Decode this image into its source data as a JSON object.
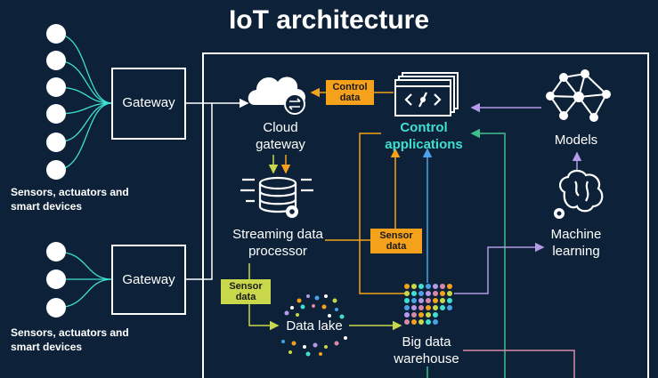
{
  "title": "IoT architecture",
  "colors": {
    "background": "#0d2238",
    "cyan": "#3fe0d0",
    "orange": "#f5a11c",
    "green": "#c8d84a",
    "blue": "#4aa3e8",
    "purple": "#b49ae8",
    "teal_green": "#3ec08a"
  },
  "devices_top": {
    "label": "Sensors, actuators and smart devices"
  },
  "devices_bottom": {
    "label": "Sensors, actuators and smart devices"
  },
  "gateway_top": {
    "label": "Gateway"
  },
  "gateway_bottom": {
    "label": "Gateway"
  },
  "cloud_gateway": {
    "label": "Cloud gateway",
    "icon": "cloud-sync-icon"
  },
  "control_applications": {
    "label": "Control applications",
    "icon": "code-windows-icon"
  },
  "models": {
    "label": "Models",
    "icon": "neural-network-icon"
  },
  "streaming_processor": {
    "label": "Streaming data processor",
    "icon": "database-gear-icon"
  },
  "machine_learning": {
    "label": "Machine learning",
    "icon": "brain-gear-icon"
  },
  "data_lake": {
    "label": "Data lake",
    "icon": "dot-cloud-icon"
  },
  "big_data_warehouse": {
    "label": "Big data warehouse",
    "icon": "dot-grid-icon"
  },
  "tags": {
    "control_data": "Control data",
    "sensor_data_right": "Sensor data",
    "sensor_data_left": "Sensor data"
  }
}
